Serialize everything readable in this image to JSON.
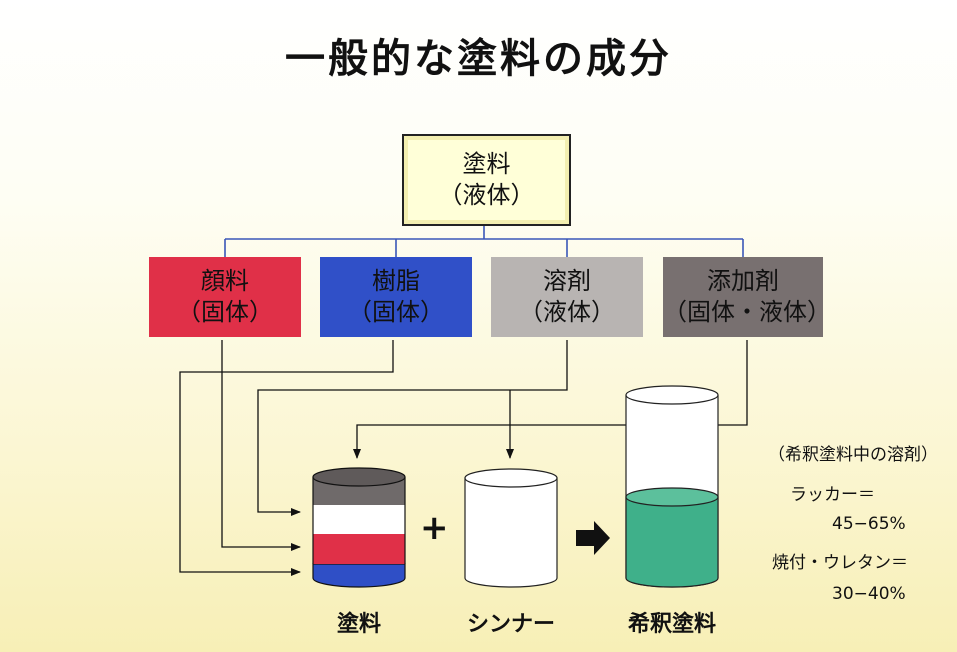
{
  "title": "一般的な塗料の成分",
  "root": {
    "line1": "塗料",
    "line2": "（液体）"
  },
  "components": [
    {
      "line1": "顔料",
      "line2": "（固体）",
      "color": "#e03048"
    },
    {
      "line1": "樹脂",
      "line2": "（固体）",
      "color": "#3050c8"
    },
    {
      "line1": "溶剤",
      "line2": "（液体）",
      "color": "#b8b4b2"
    },
    {
      "line1": "添加剤",
      "line2": "（固体・液体）",
      "color": "#787070"
    }
  ],
  "containers": {
    "paint_label": "塗料",
    "plus": "+",
    "thinner_label": "シンナー",
    "diluted_label": "希釈塗料"
  },
  "colors": {
    "connector": "#3a56b8",
    "arrow": "#111111",
    "liquid": "#3fb08a"
  },
  "note": {
    "heading": "（希釈塗料中の溶剤）",
    "lacquer_label": "ラッカー＝",
    "lacquer_value": "45−65%",
    "baking_label": "焼付・ウレタン＝",
    "baking_value": "30−40%"
  }
}
